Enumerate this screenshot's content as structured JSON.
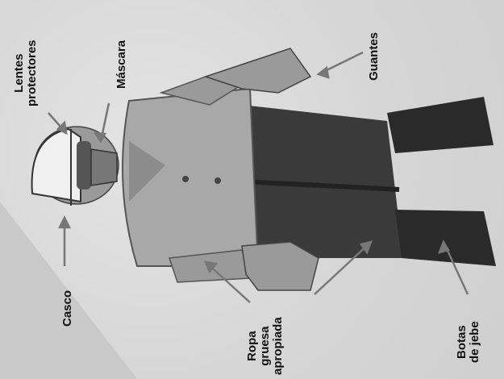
{
  "labels": {
    "lentes": [
      "Lentes",
      "protectores"
    ],
    "mascara": "Máscara",
    "guantes": "Guantes",
    "casco": "Casco",
    "ropa": [
      "Ropa",
      "gruesa",
      "apropiada"
    ],
    "botas": [
      "Botas",
      "de jebe"
    ]
  },
  "colors": {
    "ink": "#111111",
    "skin": "#9a9a9a",
    "shirt": "#a8a8a8",
    "pants": "#3a3a3a",
    "boots": "#2a2a2a",
    "helmet": "#f0f0f0"
  }
}
